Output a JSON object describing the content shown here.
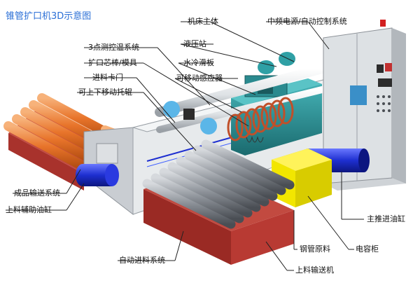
{
  "title": "锥管扩口机3D示意图",
  "labels": {
    "machine_body": "机床主体",
    "control_system": "中频电源/自动控制系统",
    "temp_system": "3点测控温系统",
    "hydraulic_station": "液压站",
    "mandrel": "扩口芯棒/模具",
    "water_slide": "水冷滑板",
    "feed_door": "进料卡门",
    "movable_sensor": "可移动感应器",
    "roller": "可上下移动托辊",
    "finished_conveyor": "成品输送系统",
    "aux_cylinder": "上料辅助油缸",
    "main_cylinder": "主推进油缸",
    "auto_feed": "自动进料系统",
    "steel_pipe": "钢管原料",
    "capacitor": "电容柜",
    "feed_conveyor": "上料输送机"
  },
  "colors": {
    "title": "#2b6fd6",
    "orange_pipe": "#e8742a",
    "grey_pipe": "#8a8f96",
    "rack_red": "#a8322c",
    "frame_grey": "#c9cdd2",
    "cabinet": "#d9dde1",
    "capacitor_yellow": "#f2e600",
    "blue_cylinder": "#1e2fd0",
    "teal_bed": "#2a8a8f",
    "coil": "#c0502a"
  }
}
